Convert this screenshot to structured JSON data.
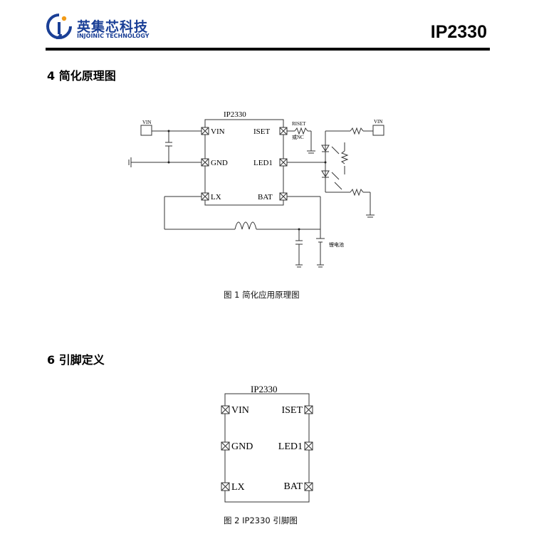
{
  "header": {
    "brand_cn": "英集芯科技",
    "brand_en": "INJOINIC TECHNOLOGY",
    "doc_title": "IP2330"
  },
  "sections": {
    "s4": "4  简化原理图",
    "s6": "6  引脚定义"
  },
  "figure1": {
    "chip_name": "IP2330",
    "pins": {
      "vin": "VIN",
      "gnd": "GND",
      "lx": "LX",
      "iset": "ISET",
      "led1": "LED1",
      "bat": "BAT"
    },
    "vin_label_left": "VIN",
    "vin_label_right": "VIN",
    "rset_label": "RISET",
    "rset_note": "或NC",
    "battery_label": "锂电池",
    "caption": "图  1  简化应用原理图"
  },
  "figure2": {
    "chip_name": "IP2330",
    "pins": {
      "vin": "VIN",
      "gnd": "GND",
      "lx": "LX",
      "iset": "ISET",
      "led1": "LED1",
      "bat": "BAT"
    },
    "caption": "图  2   IP2330 引脚图"
  }
}
